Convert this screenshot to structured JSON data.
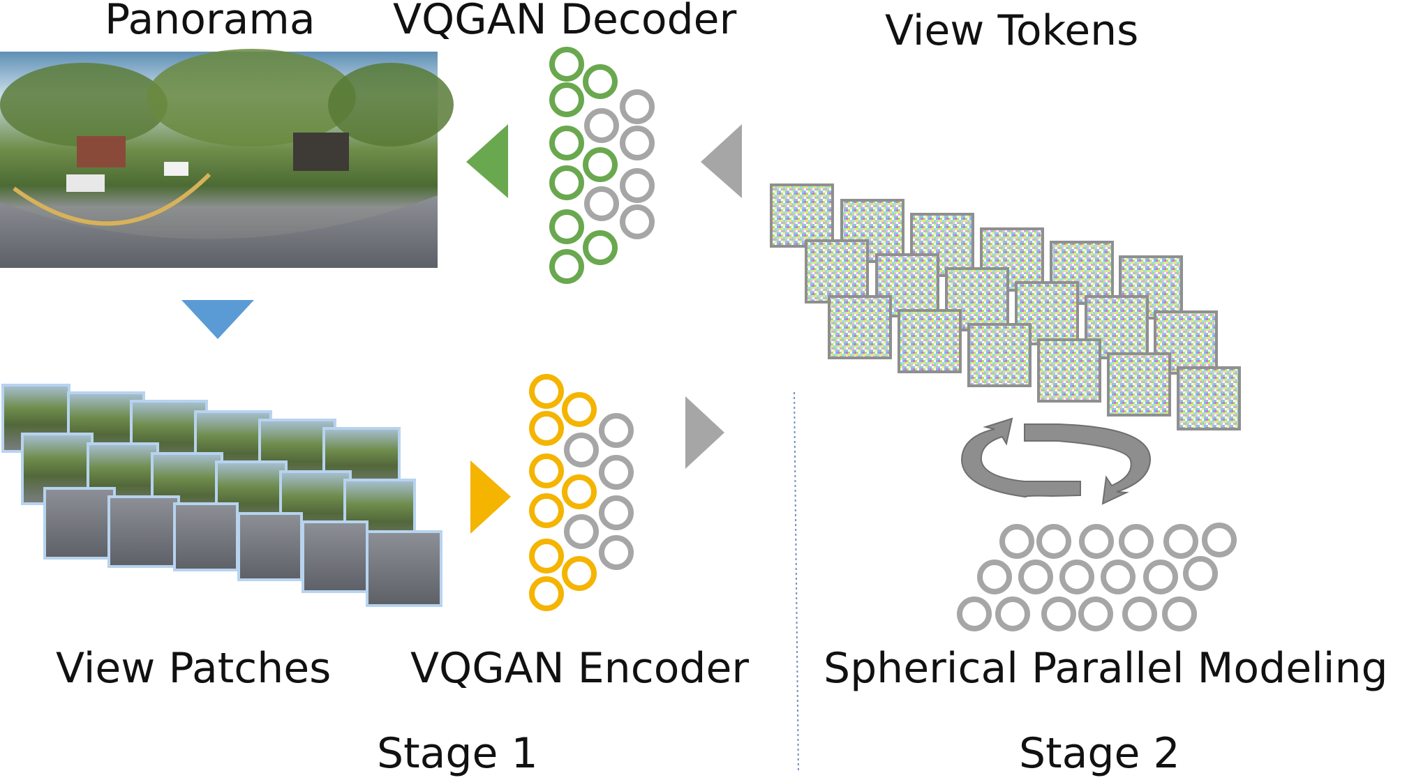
{
  "labels": {
    "panorama": "Panorama",
    "vqgan_decoder": "VQGAN Decoder",
    "view_tokens": "View Tokens",
    "view_patches": "View Patches",
    "vqgan_encoder": "VQGAN Encoder",
    "spherical_parallel_modeling": "Spherical Parallel Modeling",
    "stage1": "Stage 1",
    "stage2": "Stage 2"
  },
  "colors": {
    "decoder_green": "#6aa84f",
    "encoder_yellow": "#f4b400",
    "neuron_gray": "#a6a6a6",
    "arrow_blue": "#5b9bd5",
    "divider_blue": "#6f8fbf",
    "patch_border_blue": "#b7d3ee",
    "token_border_gray": "#8f8f8f"
  },
  "icons": {
    "decoder_arrow": "green-left-triangle",
    "panorama_down_arrow": "blue-down-triangle",
    "encoder_input_arrow": "yellow-right-triangle",
    "encoder_output_arrow": "gray-right-triangle",
    "tokens_to_decoder_arrow": "gray-left-triangle",
    "cycle": "circular-refresh-arrows"
  }
}
